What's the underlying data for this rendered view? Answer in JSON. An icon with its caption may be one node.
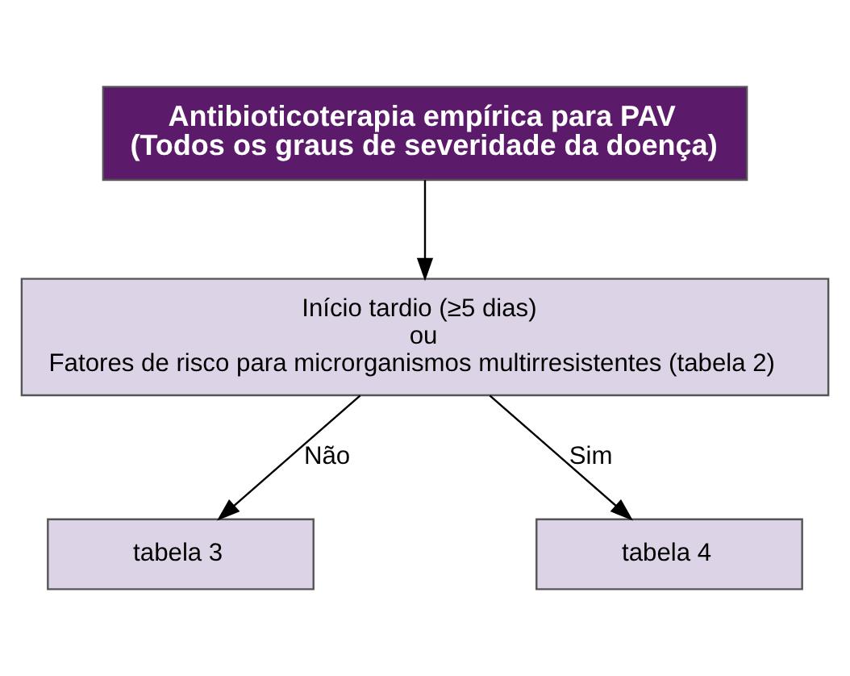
{
  "diagram": {
    "nodes": [
      {
        "text": [
          "Antibioticoterapia empírica para PAV",
          "(Todos os graus de severidade da doença)"
        ]
      },
      {
        "text": [
          "Início tardio (≥5 dias)",
          "ou",
          "Fatores de risco para microrganismos multirresistentes (tabela 2)"
        ]
      },
      {
        "text": [
          "tabela 3"
        ]
      },
      {
        "text": [
          "tabela 4"
        ]
      }
    ],
    "edges": [
      {
        "from": 0,
        "to": 1,
        "arrow": "to"
      },
      {
        "from": 1,
        "to": 2,
        "arrow": "to",
        "label": "Não"
      },
      {
        "from": 1,
        "to": 3,
        "arrow": "to",
        "label": "Sim"
      }
    ]
  }
}
